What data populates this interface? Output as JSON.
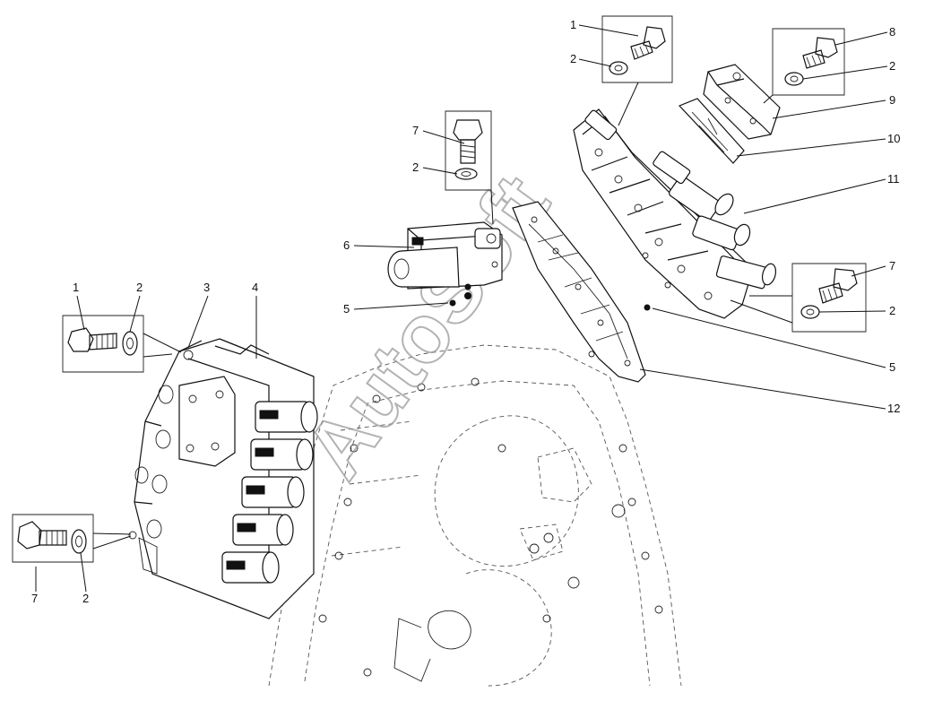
{
  "watermark": "AutoSoft",
  "callouts": [
    {
      "id": "c-top-1",
      "text": "1"
    },
    {
      "id": "c-top-2",
      "text": "2"
    },
    {
      "id": "c-tr-8",
      "text": "8"
    },
    {
      "id": "c-tr-2",
      "text": "2"
    },
    {
      "id": "c-9",
      "text": "9"
    },
    {
      "id": "c-10",
      "text": "10"
    },
    {
      "id": "c-11",
      "text": "11"
    },
    {
      "id": "c-r-7",
      "text": "7"
    },
    {
      "id": "c-r-2",
      "text": "2"
    },
    {
      "id": "c-r-5",
      "text": "5"
    },
    {
      "id": "c-12",
      "text": "12"
    },
    {
      "id": "c-mid-7",
      "text": "7"
    },
    {
      "id": "c-mid-2",
      "text": "2"
    },
    {
      "id": "c-6",
      "text": "6"
    },
    {
      "id": "c-mid-5",
      "text": "5"
    },
    {
      "id": "c-l-1",
      "text": "1"
    },
    {
      "id": "c-l-2",
      "text": "2"
    },
    {
      "id": "c-3",
      "text": "3"
    },
    {
      "id": "c-4",
      "text": "4"
    },
    {
      "id": "c-bl-7",
      "text": "7"
    },
    {
      "id": "c-bl-2",
      "text": "2"
    }
  ]
}
